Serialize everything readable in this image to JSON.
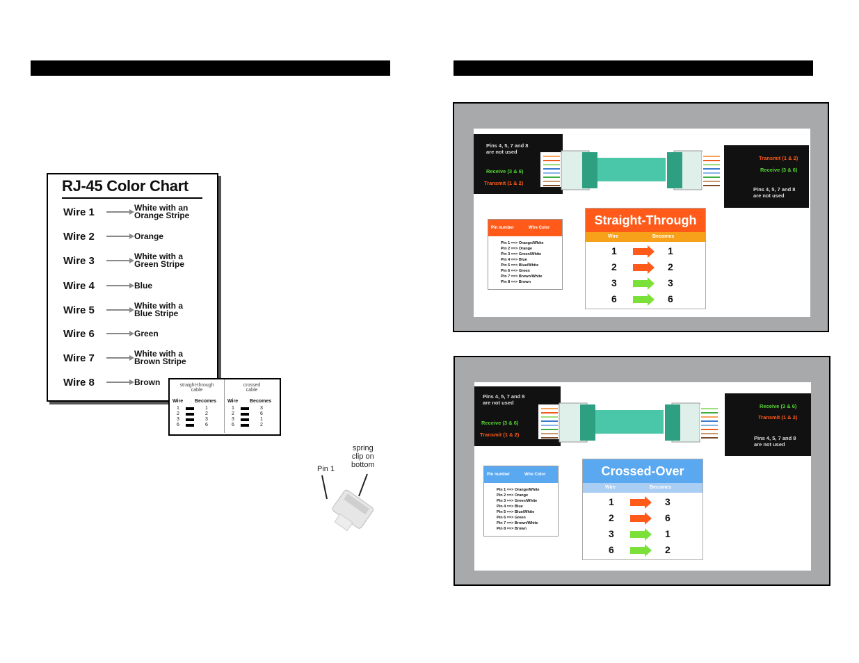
{
  "rj45_chart": {
    "title": "RJ-45 Color Chart",
    "rows": [
      {
        "wire": "Wire 1",
        "color": "White with an\nOrange Stripe"
      },
      {
        "wire": "Wire 2",
        "color": "Orange"
      },
      {
        "wire": "Wire 3",
        "color": "White with a\nGreen Stripe"
      },
      {
        "wire": "Wire 4",
        "color": "Blue"
      },
      {
        "wire": "Wire 5",
        "color": "White with a\nBlue Stripe"
      },
      {
        "wire": "Wire 6",
        "color": "Green"
      },
      {
        "wire": "Wire 7",
        "color": "White with a\nBrown Stripe"
      },
      {
        "wire": "Wire 8",
        "color": "Brown"
      }
    ]
  },
  "mini_table": {
    "straight": {
      "title": "straight-through\ncable",
      "h_wire": "Wire",
      "h_becomes": "Becomes",
      "rows": [
        [
          "1",
          "1"
        ],
        [
          "2",
          "2"
        ],
        [
          "3",
          "3"
        ],
        [
          "6",
          "6"
        ]
      ]
    },
    "crossed": {
      "title": "crossed\ncable",
      "h_wire": "Wire",
      "h_becomes": "Becomes",
      "rows": [
        [
          "1",
          "3"
        ],
        [
          "2",
          "6"
        ],
        [
          "3",
          "1"
        ],
        [
          "6",
          "2"
        ]
      ]
    }
  },
  "plug": {
    "pin1": "Pin 1",
    "spring": "spring\nclip on\nbottom"
  },
  "straight_panel": {
    "left_note": "Pins 4, 5, 7 and 8\nare not used",
    "left_receive": "Receive (3 & 6)",
    "left_transmit": "Transmit (1 & 2)",
    "right_transmit": "Transmit (1 & 2)",
    "right_receive": "Receive (3 & 6)",
    "right_note": "Pins 4, 5, 7 and 8\nare not used",
    "table_head_pin": "Pin number",
    "table_head_color": "Wire Color",
    "pins": [
      "Pin 1 ==> Orange/White",
      "Pin 2 ==> Orange",
      "Pin 3 ==> Green/White",
      "Pin 4 ==> Blue",
      "Pin 5 ==> Blue/White",
      "Pin 6 ==> Green",
      "Pin 7 ==> Brown/White",
      "Pin 8 ==> Brown"
    ],
    "title": "Straight-Through",
    "sub_wire": "Wire",
    "sub_becomes": "Becomes",
    "rows": [
      [
        "1",
        "1",
        "#ff5a1a"
      ],
      [
        "2",
        "2",
        "#ff5a1a"
      ],
      [
        "3",
        "3",
        "#7be03a"
      ],
      [
        "6",
        "6",
        "#7be03a"
      ]
    ],
    "accent": "#ff5a1a",
    "accent_sub": "#f7a11a"
  },
  "crossed_panel": {
    "left_note": "Pins 4, 5, 7 and 8\nare not used",
    "left_receive": "Receive (3 & 6)",
    "left_transmit": "Transmit (1 & 2)",
    "right_receive": "Receive (3 & 6)",
    "right_transmit": "Transmit (1 & 2)",
    "right_note": "Pins 4, 5, 7 and 8\nare not used",
    "table_head_pin": "Pin number",
    "table_head_color": "Wire Color",
    "pins": [
      "Pin 1 ==> Orange/White",
      "Pin 2 ==> Orange",
      "Pin 3 ==> Green/White",
      "Pin 4 ==> Blue",
      "Pin 5 ==> Blue/White",
      "Pin 6 ==> Green",
      "Pin 7 ==> Brown/White",
      "Pin 8 ==> Brown"
    ],
    "title": "Crossed-Over",
    "sub_wire": "Wire",
    "sub_becomes": "Becomes",
    "rows": [
      [
        "1",
        "3",
        "#ff5a1a"
      ],
      [
        "2",
        "6",
        "#ff5a1a"
      ],
      [
        "3",
        "1",
        "#7be03a"
      ],
      [
        "6",
        "2",
        "#7be03a"
      ]
    ],
    "accent": "#5aa8f0",
    "accent_sub": "#a9cdf3"
  }
}
